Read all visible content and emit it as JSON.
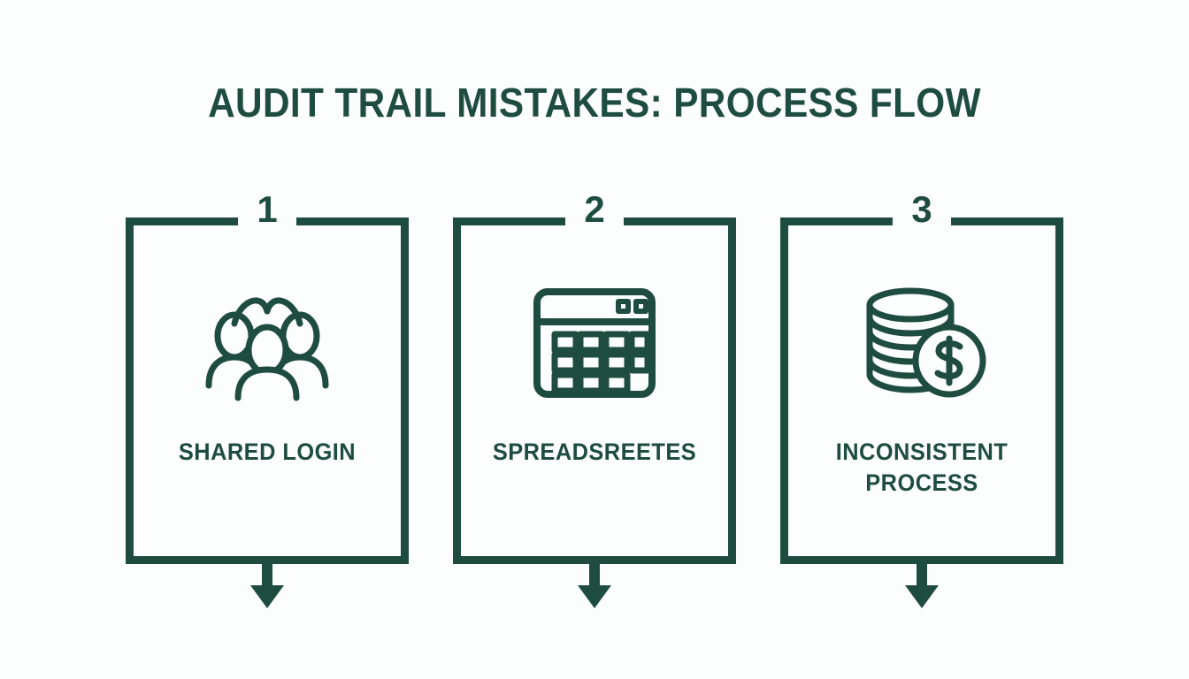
{
  "page": {
    "title": "AUDIT TRAIL MISTAKES: PROCESS FLOW",
    "background_color": "#fcfdfd",
    "accent_color": "#1e4d40"
  },
  "steps": [
    {
      "number": "1",
      "label": "SHARED LOGIN",
      "icon": "group-of-people-icon"
    },
    {
      "number": "2",
      "label": "SPREADSREETES",
      "icon": "spreadsheet-window-icon"
    },
    {
      "number": "3",
      "label": "INCONSISTENT PROCESS",
      "icon": "coin-stack-dollar-icon"
    }
  ],
  "connectors": [
    {
      "name": "down-arrow",
      "glyph": "↓"
    },
    {
      "name": "down-arrow",
      "glyph": "↓"
    },
    {
      "name": "down-arrow",
      "glyph": "↓"
    }
  ]
}
